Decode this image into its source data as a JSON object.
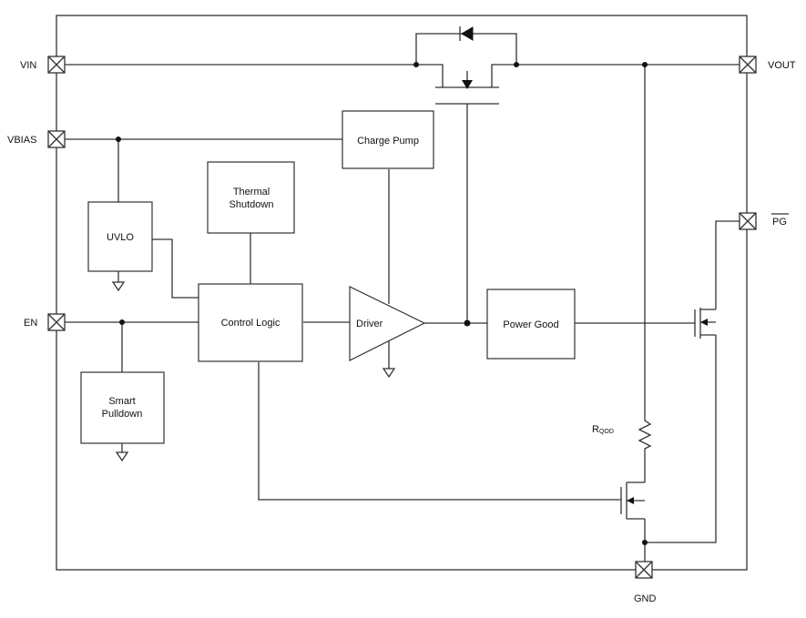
{
  "pins": {
    "vin": "VIN",
    "vbias": "VBIAS",
    "en": "EN",
    "vout": "VOUT",
    "pg": "PG",
    "gnd": "GND"
  },
  "blocks": {
    "charge_pump": "Charge Pump",
    "thermal_shutdown_line1": "Thermal",
    "thermal_shutdown_line2": "Shutdown",
    "uvlo": "UVLO",
    "control_logic": "Control Logic",
    "driver": "Driver",
    "power_good": "Power Good",
    "smart_pulldown_line1": "Smart",
    "smart_pulldown_line2": "Pulldown"
  },
  "components": {
    "resistor_main": "R",
    "resistor_sub": "QOD"
  },
  "colors": {
    "line": "#333333",
    "text": "#111111",
    "background": "#ffffff"
  }
}
